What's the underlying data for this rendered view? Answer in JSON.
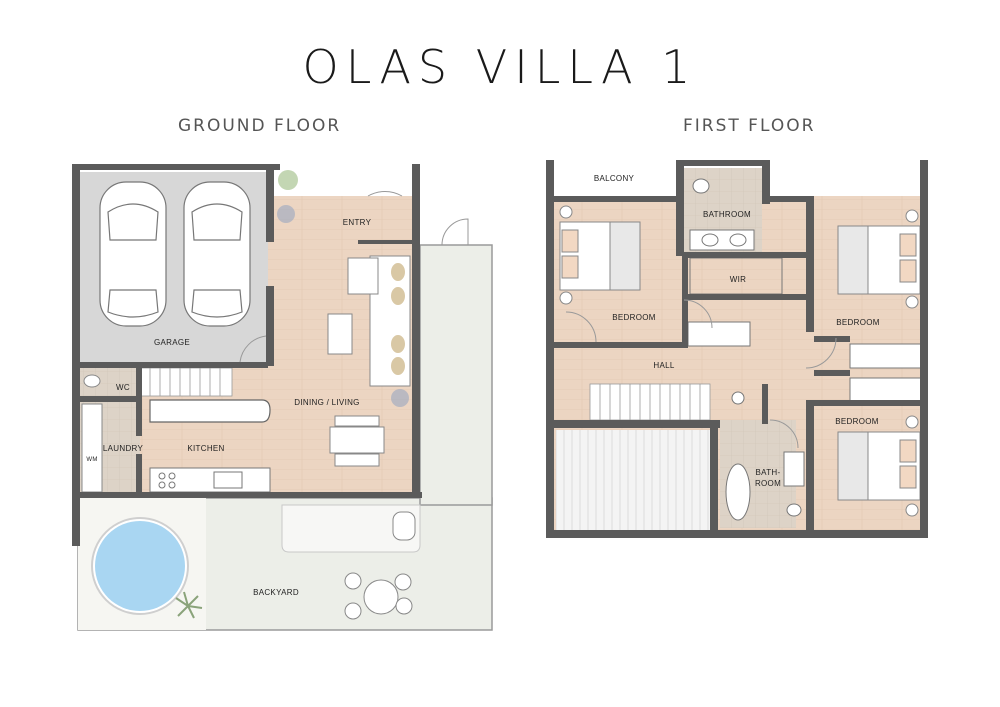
{
  "title": "OLAS VILLA 1",
  "ground_floor": {
    "heading": "GROUND FLOOR",
    "rooms": {
      "garage": "GARAGE",
      "entry": "ENTRY",
      "wc": "WC",
      "laundry": "LAUNDRY",
      "wm": "WM",
      "kitchen": "KITCHEN",
      "dining_living": "DINING / LIVING",
      "backyard": "BACKYARD"
    }
  },
  "first_floor": {
    "heading": "FIRST FLOOR",
    "rooms": {
      "balcony": "BALCONY",
      "bathroom": "BATHROOM",
      "wir": "WIR",
      "bedroom_left": "BEDROOM",
      "bedroom_right_top": "BEDROOM",
      "bedroom_right_bottom": "BEDROOM",
      "hall": "HALL",
      "bath_line1": "BATH-",
      "bath_line2": "ROOM"
    }
  },
  "colors": {
    "wall": "#5b5b5b",
    "floor_wood": "#ecd5c2",
    "floor_tile": "#dcd2c6",
    "garage_floor": "#d7d7d7",
    "backyard": "#eceee8",
    "pool": "#a9d6f2",
    "title_text": "#1a1a1a"
  }
}
